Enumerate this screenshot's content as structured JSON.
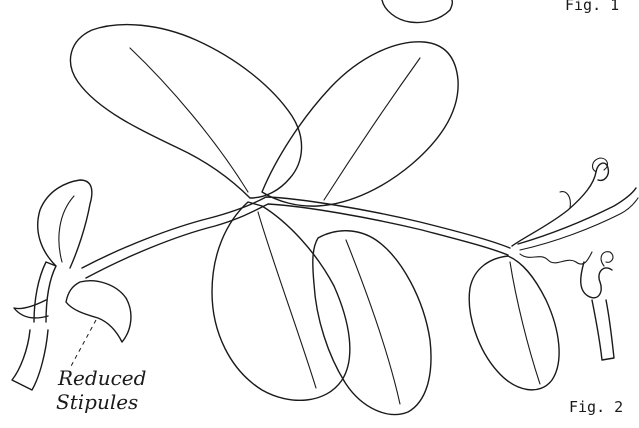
{
  "labels": {
    "fig1": "Fig. 1",
    "fig2": "Fig. 2",
    "stipule_line1": "Reduced",
    "stipule_line2": "Stipules"
  },
  "colors": {
    "ink": "#1a1a1a",
    "paper": "#ffffff"
  }
}
